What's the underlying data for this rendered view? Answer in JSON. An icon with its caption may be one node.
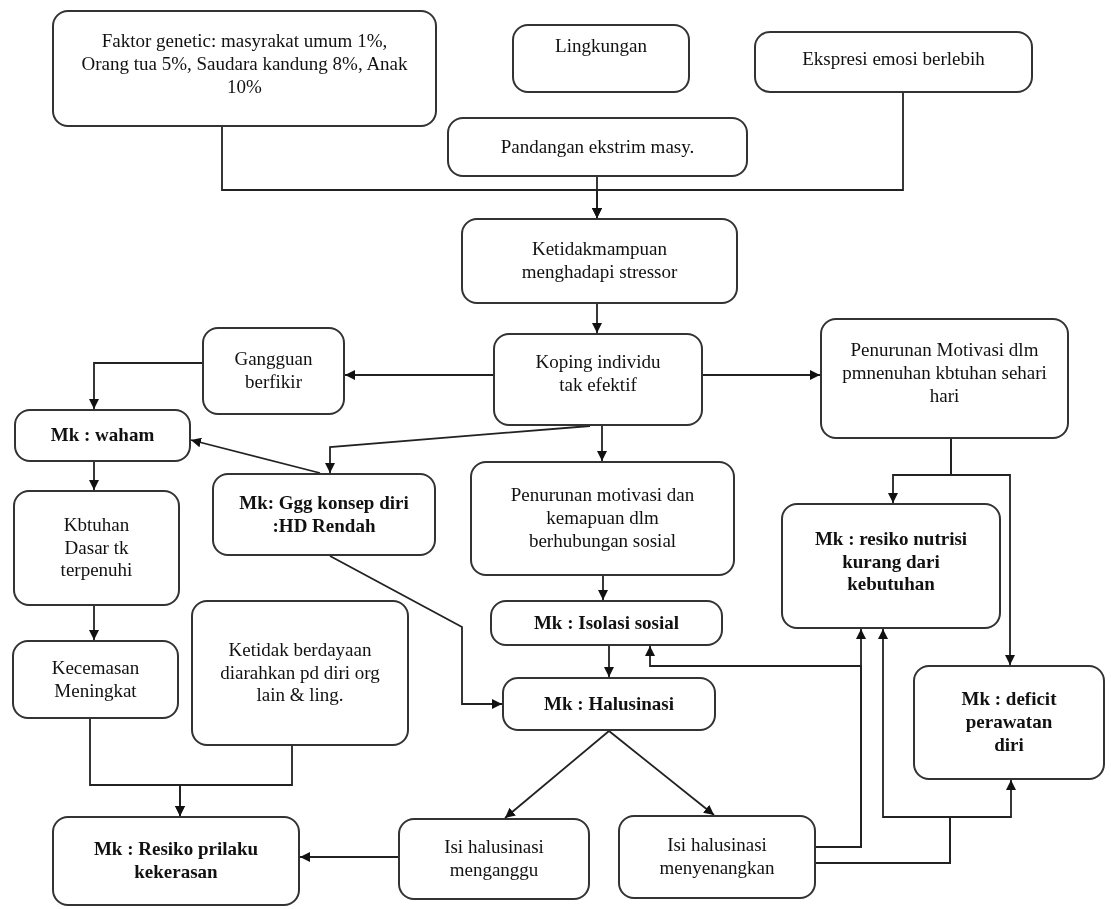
{
  "diagram": {
    "nodes": [
      {
        "text": [
          "Faktor genetic: masyrakat umum 1%, Orang tua 5%, Saudara kandung 8%, Anak 10%"
        ]
      },
      {
        "text": [
          "Lingkungan"
        ]
      },
      {
        "text": [
          "Ekspresi emosi berlebih"
        ]
      },
      {
        "text": [
          "Pandangan ekstrim masy."
        ]
      },
      {
        "text": [
          "Ketidakmampuan menghadapi stressor"
        ]
      },
      {
        "text": [
          "Koping individu tak efektif"
        ]
      },
      {
        "text": [
          "Gangguan berfikir"
        ]
      },
      {
        "text": [
          "Penurunan Motivasi dlm pmnenuhan kbtuhan sehari hari"
        ]
      },
      {
        "text": [
          "Mk : waham"
        ]
      },
      {
        "text": [
          "Mk: Ggg konsep diri :HD Rendah"
        ]
      },
      {
        "text": [
          "Penurunan motivasi dan kemapuan dlm berhubungan sosial"
        ]
      },
      {
        "text": [
          "Kbtuhan Dasar tk terpenuhi"
        ]
      },
      {
        "text": [
          "Mk : resiko nutrisi kurang dari kebutuhan"
        ]
      },
      {
        "text": [
          "Mk : Isolasi sosial"
        ]
      },
      {
        "text": [
          "Mk : Halusinasi"
        ]
      },
      {
        "text": [
          "Kecemasan Meningkat"
        ]
      },
      {
        "text": [
          "Ketidak berdayaan diarahkan pd diri org lain & ling."
        ]
      },
      {
        "text": [
          "Mk : deficit perawatan diri"
        ]
      },
      {
        "text": [
          "Mk : Resiko prilaku kekerasan"
        ]
      },
      {
        "text": [
          "Isi halusinasi menganggu"
        ]
      },
      {
        "text": [
          "Isi halusinasi menyenangkan"
        ]
      }
    ],
    "edges": [
      {
        "from": 0,
        "to": 4,
        "arrow": "to"
      },
      {
        "from": 3,
        "to": 4,
        "arrow": "to"
      },
      {
        "from": 2,
        "to": 4,
        "arrow": "to"
      },
      {
        "from": 4,
        "to": 5,
        "arrow": "to"
      },
      {
        "from": 5,
        "to": 6,
        "arrow": "to"
      },
      {
        "from": 5,
        "to": 7,
        "arrow": "to"
      },
      {
        "from": 6,
        "to": 8,
        "arrow": "to"
      },
      {
        "from": 5,
        "to": 9,
        "arrow": "to"
      },
      {
        "from": 5,
        "to": 10,
        "arrow": "to"
      },
      {
        "from": 9,
        "to": 8,
        "arrow": "to"
      },
      {
        "from": 8,
        "to": 11,
        "arrow": "to"
      },
      {
        "from": 7,
        "to": 12,
        "arrow": "to"
      },
      {
        "from": 7,
        "to": 17,
        "arrow": "to"
      },
      {
        "from": 10,
        "to": 13,
        "arrow": "to"
      },
      {
        "from": 9,
        "to": 14,
        "arrow": "to"
      },
      {
        "from": 13,
        "to": 14,
        "arrow": "to"
      },
      {
        "from": 11,
        "to": 15,
        "arrow": "to"
      },
      {
        "from": 14,
        "to": 19,
        "arrow": "to"
      },
      {
        "from": 14,
        "to": 20,
        "arrow": "to"
      },
      {
        "from": 15,
        "to": 18,
        "arrow": "to"
      },
      {
        "from": 16,
        "to": 18,
        "arrow": "to"
      },
      {
        "from": 19,
        "to": 18,
        "arrow": "to"
      },
      {
        "from": 20,
        "to": 12,
        "arrow": "to"
      },
      {
        "from": 20,
        "to": 13,
        "arrow": "to"
      },
      {
        "from": 20,
        "to": 12,
        "arrow": "to"
      },
      {
        "from": 20,
        "to": 17,
        "arrow": "to"
      }
    ]
  }
}
